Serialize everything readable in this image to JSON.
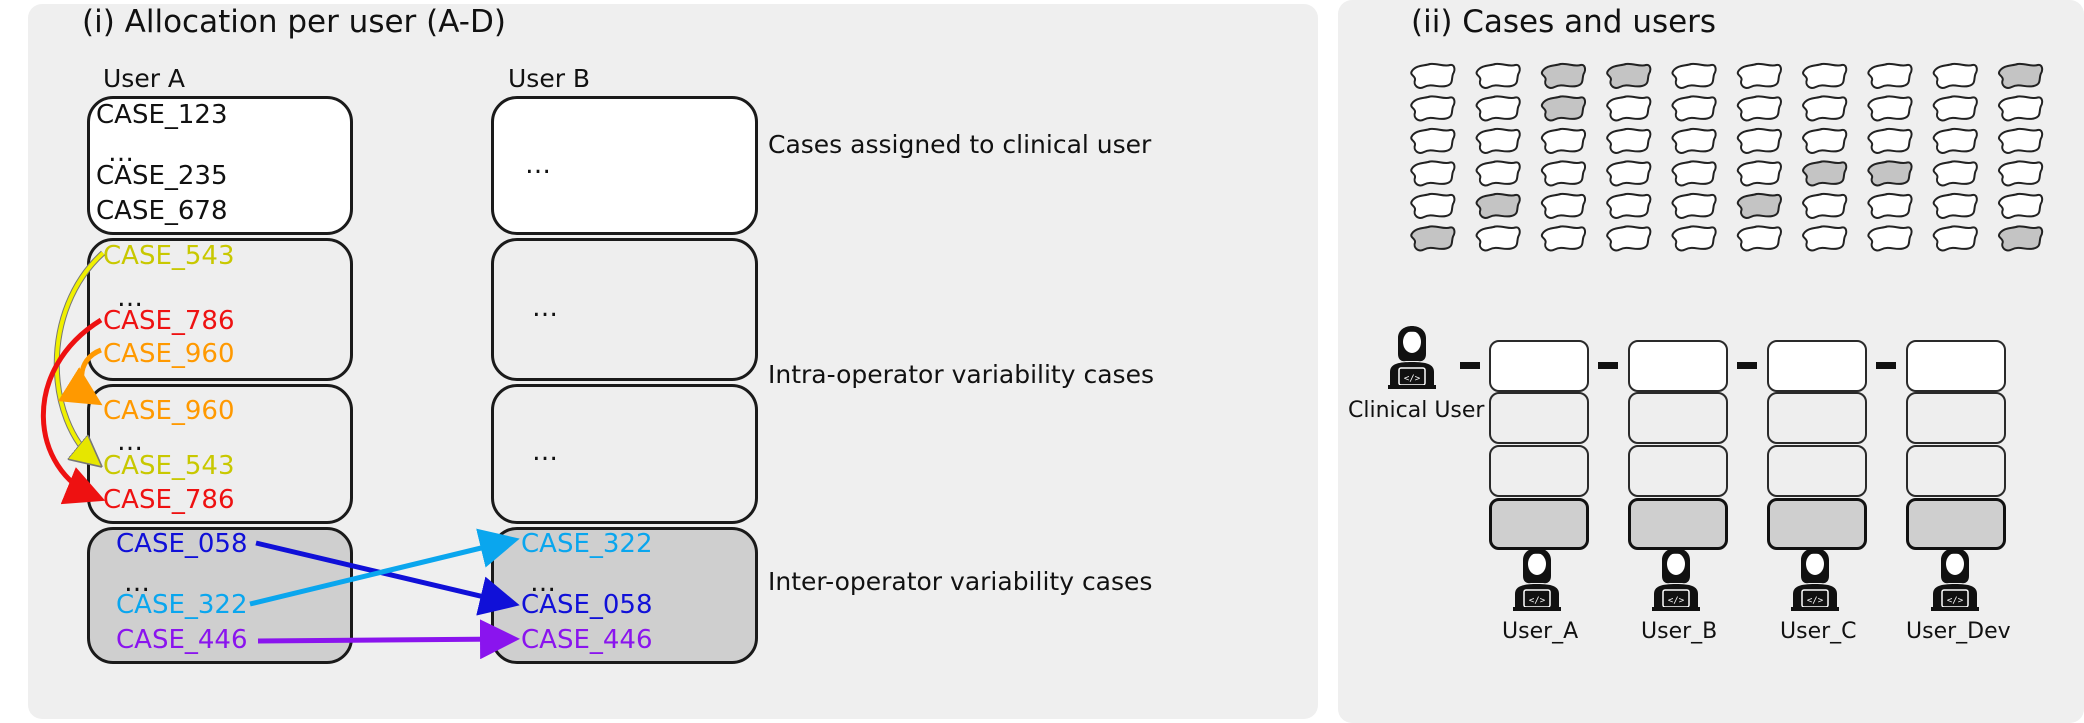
{
  "left_panel": {
    "title": "(i) Allocation per user (A-D)",
    "user_a_title": "User A",
    "user_b_title": "User B",
    "dots": "…",
    "user_a": {
      "assigned": [
        "CASE_123",
        "CASE_235",
        "CASE_678"
      ],
      "intra_top": [
        "CASE_543",
        "CASE_786",
        "CASE_960"
      ],
      "intra_bottom": [
        "CASE_960",
        "CASE_543",
        "CASE_786"
      ],
      "inter": [
        "CASE_058",
        "CASE_322",
        "CASE_446"
      ]
    },
    "user_b": {
      "inter": [
        "CASE_322",
        "CASE_058",
        "CASE_446"
      ]
    },
    "notes": {
      "assigned": "Cases assigned to clinical user",
      "intra": "Intra-operator variability cases",
      "inter": "Inter-operator variability cases"
    },
    "colors": {
      "CASE_543": "#c8c800",
      "CASE_786": "#ee1111",
      "CASE_960": "#ff9900",
      "CASE_058": "#1010d8",
      "CASE_322": "#0aa6ee",
      "CASE_446": "#8a14ee",
      "black": "#111111"
    },
    "arrows": [
      {
        "case": "CASE_543",
        "kind": "intra"
      },
      {
        "case": "CASE_786",
        "kind": "intra"
      },
      {
        "case": "CASE_960",
        "kind": "intra"
      },
      {
        "case": "CASE_058",
        "kind": "inter"
      },
      {
        "case": "CASE_322",
        "kind": "inter"
      },
      {
        "case": "CASE_446",
        "kind": "inter"
      }
    ]
  },
  "right_panel": {
    "title": "(ii) Cases and users",
    "clinical_user_label": "Clinical User",
    "users": [
      "User_A",
      "User_B",
      "User_C",
      "User_Dev"
    ],
    "case_grid": [
      [
        0,
        0,
        1,
        1,
        0,
        0,
        0,
        0,
        0,
        1
      ],
      [
        0,
        0,
        1,
        0,
        0,
        0,
        0,
        0,
        0,
        0
      ],
      [
        0,
        0,
        0,
        0,
        0,
        0,
        0,
        0,
        0,
        0
      ],
      [
        0,
        0,
        0,
        0,
        0,
        0,
        1,
        1,
        0,
        0
      ],
      [
        0,
        1,
        0,
        0,
        0,
        1,
        0,
        0,
        0,
        0
      ],
      [
        1,
        0,
        0,
        0,
        0,
        0,
        0,
        0,
        0,
        1
      ]
    ],
    "stack_fills": [
      "#ffffff",
      "#eeeeee",
      "#eeeeee",
      "#cfcfcf"
    ]
  }
}
